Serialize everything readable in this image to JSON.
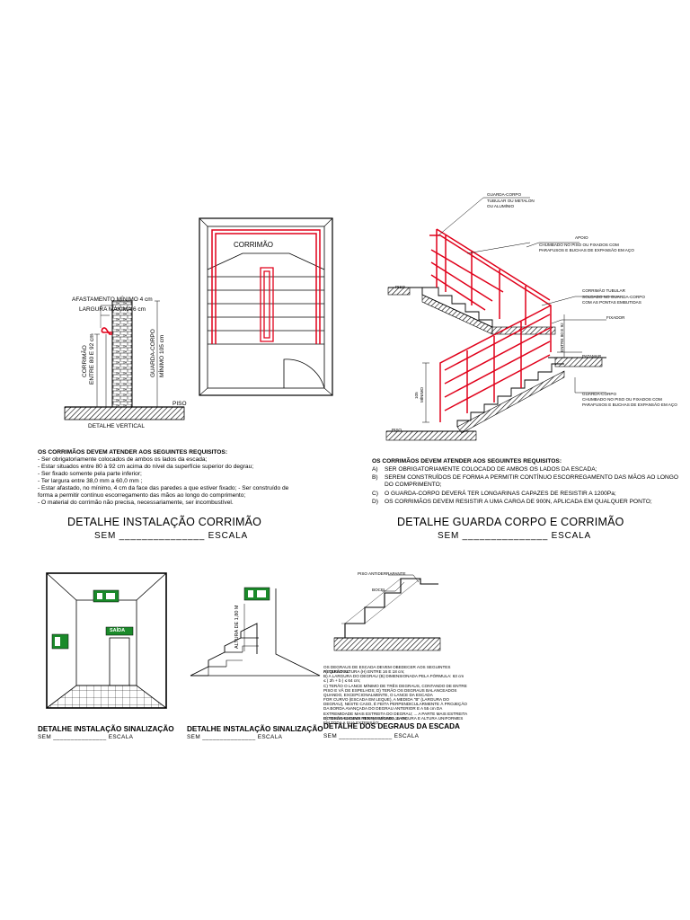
{
  "corrimao": {
    "label": "CORRIMÃO",
    "afastamento": "AFASTAMENTO MÍNIMO 4 cm",
    "largura": "LARGURA MÁXIMA 6 cm",
    "corrimao_vert": "CORRIMÃO",
    "entre": "ENTRE 80 E 92 cm",
    "guarda_corpo_vert": "GUARDA-CORPO",
    "minimo": "MÍNIMO 105 cm",
    "piso": "PISO",
    "detalhe_vertical": "DETALHE VERTICAL",
    "requirements_title": "OS CORRIMÃOS DEVEM ATENDER AOS SEGUINTES REQUISITOS:",
    "requirements": [
      "- Ser obrigatoriamente colocados de ambos os lados da escada;",
      "- Estar situados entre 80 à 92 cm acima do nível da superfície superior do degrau;",
      "- Ser fixado somente pela parte inferior;",
      "- Ter largura entre 38,0 mm a 60,0 mm ;",
      "- Estar afastado, no mínimo, 4 cm da face das paredes a que estiver fixado; - Ser construído de forma a permitir contínuo escorregamento das mãos ao longo do comprimento;",
      "- O material do corrimão não precisa, necessariamente, ser incombustível."
    ],
    "title": "DETALHE INSTALAÇÃO CORRIMÃO",
    "scale": "SEM _______________ ESCALA"
  },
  "guarda": {
    "guarda_corpo_top": "GUARDA-CORPO",
    "tubular": "TUBULAR OU METALON",
    "aluminio": "OU ALUMÍNIO",
    "apoio": "APOIO",
    "chumbado_piso": "CHUMBADO NO PISO OU FIXADOS COM",
    "parafusos": "PARAFUSOS E BUCHAS DE EXPANSÃO EM AÇO",
    "corrimao_tubular": "CORRIMÃO TUBULAR",
    "soldado": "SOLDADO NO GUARDA-CORPO",
    "pontas": "COM AS PONTAS EMBUTIDAS",
    "fixador": "FIXADOR",
    "entre": "ENTRE 80 E 92",
    "patamar": "PATAMAR",
    "guarda_corpo_bottom": "GUARDA-CORPO",
    "chumbado_piso2": "CHUMBADO NO PISO OU FIXADOS COM",
    "parafusos2": "PARAFUSOS E BUCHAS DE EXPANSÃO EM AÇO",
    "piso_top": "PISO",
    "piso_bottom": "PISO",
    "dim_105": "105",
    "dim_min": "MÍNIMO",
    "requirements_title": "OS CORRIMÃOS DEVEM ATENDER AOS SEGUINTES REQUISITOS:",
    "requirements": [
      {
        "k": "A)",
        "v": "SER OBRIGATORIAMENTE COLOCADO DE AMBOS OS LADOS DA ESCADA;"
      },
      {
        "k": "B)",
        "v": "SEREM CONSTRUÍDOS DE FORMA A PERMITIR CONTÍNUO ESCORREGAMENTO DAS MÃOS AO LONGO DO COMPRIMENTO;"
      },
      {
        "k": "C)",
        "v": "O GUARDA-CORPO DEVERÁ TER LONGARINAS CAPAZES DE RESISTIR A 1200Pa;"
      },
      {
        "k": "D)",
        "v": "OS CORRIMÃOS DEVEM RESISTIR A UMA CARGA DE 900N, APLICADA EM QUALQUER PONTO;"
      }
    ],
    "title": "DETALHE GUARDA CORPO E CORRIMÃO",
    "scale": "SEM _______________ ESCALA"
  },
  "sinal1": {
    "saida": "SAÍDA",
    "title": "DETALHE INSTALAÇÃO SINALIZAÇÃO",
    "scale": "SEM _______________ ESCALA"
  },
  "sinal2": {
    "altura": "ALTURA DE 1,80 M",
    "title": "DETALHE INSTALAÇÃO SINALIZAÇÃO",
    "scale": "SEM _______________ ESCALA"
  },
  "degraus": {
    "piso_anti": "PISO ANTIDERRAPANTE",
    "bocel": "BOCEL",
    "notes": [
      "OS DEGRAUS DE ESCADA DEVEM OBEDECER AOS SEGUINTES REQUISITOS:",
      "A) TERÃO ALTURA (H) ENTRE 16 E 18 cm;",
      "B) A LARGURA DO DEGRAU (B) DIMENSIONADA PELA FÓRMULA: 63 cm ≤ ( 2h + b ) ≤ 64 cm;",
      "C) TERÃO O LANCE MÍNIMO DE TRÊS DEGRAUS, CONTANDO DE ENTRE PISO E VÃ DE ESPELHOS; D) TERÃO OS DEGRAUS BALANCEADOS QUANDO, EXCEPCIONALMENTE, O LANCE DA ESCADA",
      "FOR CURVO (ESCADA EM LEQUE), A MEDIDA \"B\" (LARGURA DO DEGRAU), NESTE CASO, É FEITA PERPENDICULARMENTE À PROJEÇÃO DA BORDA AVANÇADA DO DEGRAU ANTERIOR E A 55 cm DA EXTREMIDADE MAIS ESTREITA DO DEGRAU; ... A PARTE MAIS ESTREITA DO DEGRAU DEVE TER NO MÍNIMO 15 cm;",
      "E) TERÃO EM UMA MESMA ESCADA, LARGURA E ALTURA UNIFORMES EM TODA A SUA EXTENSÃO;"
    ],
    "title": "DETALHE DOS DEGRAUS DA ESCADA",
    "scale": "SEM _______________ ESCALA"
  }
}
